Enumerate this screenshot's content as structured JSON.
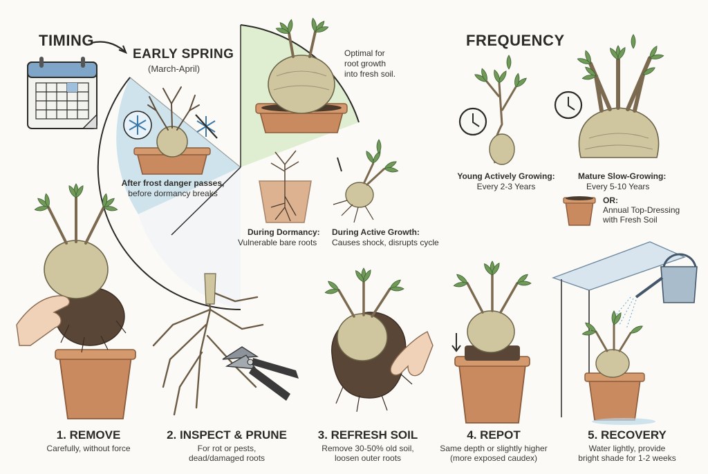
{
  "colors": {
    "pot": "#c98a5f",
    "pot_dark": "#8a5a3a",
    "caudex": "#cfc6a0",
    "leaf": "#6f9a58",
    "winter": "#bcd8ea",
    "spring": "#d6e9c4",
    "root": "#6b5a44",
    "ink": "#2b2a26"
  },
  "timing": {
    "title": "TIMING",
    "calendar_icon": "calendar-icon",
    "season": "EARLY SPRING",
    "months": "(March-April)",
    "optimal_line1": "Optimal for",
    "optimal_line2": "root growth",
    "optimal_line3": "into fresh soil.",
    "frost_line1": "After frost danger passes,",
    "frost_line2": "before dormancy breaks",
    "snowflake_icon": "snowflake-icon",
    "no_frost_icon": "no-frost-icon",
    "avoid": [
      {
        "title": "During Dormancy:",
        "desc": "Vulnerable bare roots"
      },
      {
        "title": "During Active Growth:",
        "desc": "Causes shock, disrupts cycle"
      }
    ]
  },
  "frequency": {
    "title": "FREQUENCY",
    "clock_icon": "clock-icon",
    "young": {
      "title": "Young Actively Growing:",
      "desc": "Every 2-3 Years"
    },
    "mature": {
      "title": "Mature Slow-Growing:",
      "desc": "Every 5-10 Years"
    },
    "alt": {
      "title": "OR:",
      "line1": "Annual Top-Dressing",
      "line2": "with Fresh Soil"
    }
  },
  "steps": [
    {
      "title": "1. REMOVE",
      "line1": "Carefully, without force",
      "line2": ""
    },
    {
      "title": "2. INSPECT & PRUNE",
      "line1": "For rot or pests,",
      "line2": "dead/damaged roots"
    },
    {
      "title": "3. REFRESH SOIL",
      "line1": "Remove 30-50% old soil,",
      "line2": "loosen outer roots"
    },
    {
      "title": "4. REPOT",
      "line1": "Same depth or slightly higher",
      "line2": "(more exposed caudex)"
    },
    {
      "title": "5. RECOVERY",
      "line1": "Water lightly, provide",
      "line2": "bright shade for 1-2 weeks"
    }
  ],
  "icons": {
    "pruning_shears": "pruning-shears-icon",
    "watering_can": "watering-can-icon",
    "shade_cloth": "shade-cloth-icon",
    "hand": "hand-icon",
    "down_arrow": "down-arrow-icon"
  }
}
